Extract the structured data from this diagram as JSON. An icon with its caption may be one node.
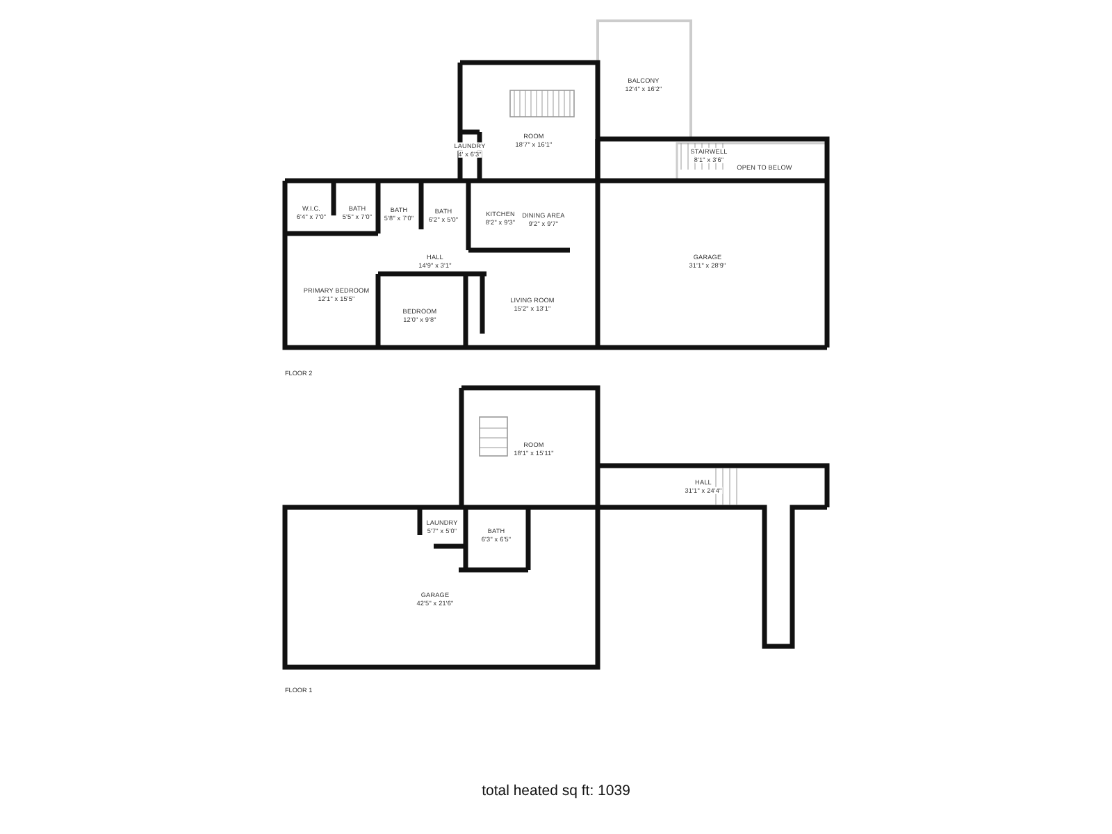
{
  "diagram": {
    "caption": "total heated sq ft: 1039",
    "nodes": [
      {
        "text": [
          "BALCONY",
          "12'4\" x 16'2\""
        ]
      },
      {
        "text": [
          "ROOM",
          "18'7\" x 16'1\""
        ]
      },
      {
        "text": [
          "LAUNDRY",
          "4' x 6'3\""
        ]
      },
      {
        "text": [
          "STAIRWELL",
          "8'1\" x 3'6\""
        ]
      },
      {
        "text": [
          "OPEN TO BELOW"
        ]
      },
      {
        "text": [
          "W.I.C.",
          "6'4\" x 7'0\""
        ]
      },
      {
        "text": [
          "BATH",
          "5'5\" x 7'0\""
        ]
      },
      {
        "text": [
          "BATH",
          "5'8\" x 7'0\""
        ]
      },
      {
        "text": [
          "BATH",
          "6'2\" x 5'0\""
        ]
      },
      {
        "text": [
          "KITCHEN",
          "8'2\" x 9'3\""
        ]
      },
      {
        "text": [
          "DINING AREA",
          "9'2\" x 9'7\""
        ]
      },
      {
        "text": [
          "HALL",
          "14'9\" x 3'1\""
        ]
      },
      {
        "text": [
          "GARAGE",
          "31'1\" x 28'9\""
        ]
      },
      {
        "text": [
          "PRIMARY BEDROOM",
          "12'1\" x 15'5\""
        ]
      },
      {
        "text": [
          "BEDROOM",
          "12'0\" x 9'8\""
        ]
      },
      {
        "text": [
          "LIVING ROOM",
          "15'2\" x 13'1\""
        ]
      },
      {
        "text": [
          "ROOM",
          "18'1\" x 15'11\""
        ]
      },
      {
        "text": [
          "HALL",
          "31'1\" x 24'4\""
        ]
      },
      {
        "text": [
          "LAUNDRY",
          "5'7\" x 5'0\""
        ]
      },
      {
        "text": [
          "BATH",
          "6'3\" x 6'5\""
        ]
      },
      {
        "text": [
          "GARAGE",
          "42'5\" x 21'6\""
        ]
      }
    ],
    "labels": [
      "FLOOR 2",
      "FLOOR 1"
    ]
  }
}
